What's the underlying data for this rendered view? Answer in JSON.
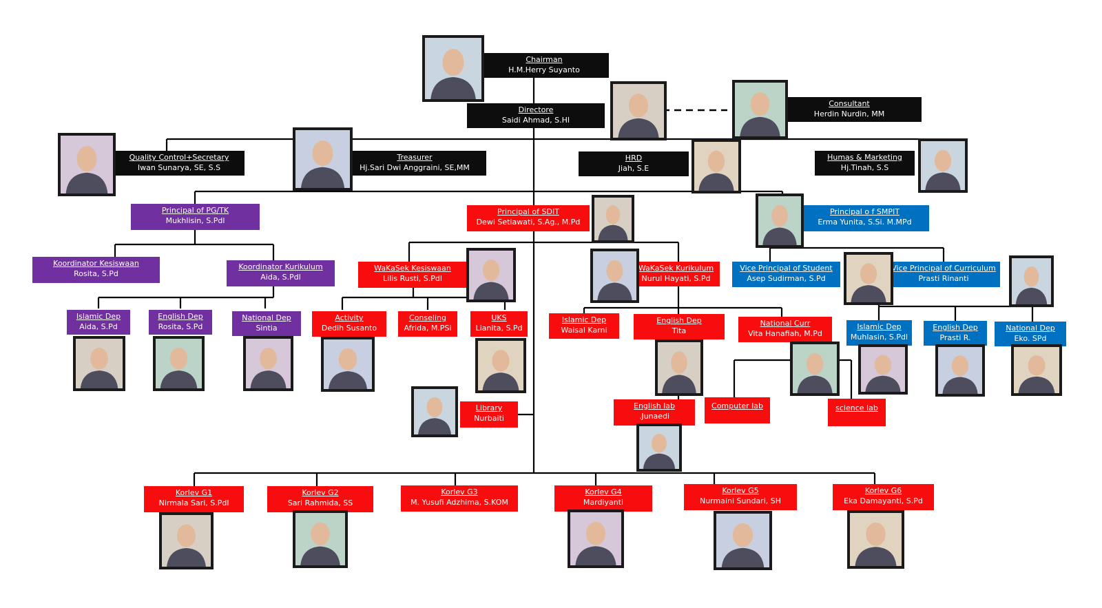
{
  "colors": {
    "black": "#0d0d0d",
    "red": "#f70d0d",
    "purple": "#7030a0",
    "blue": "#0070c0",
    "line": "#000000"
  },
  "chairman": {
    "title": "Chairman",
    "name": "H.M.Herry Suyanto"
  },
  "directore": {
    "title": "Directore",
    "name": "Saidi Ahmad, S.HI"
  },
  "consultant": {
    "title": "Consultant",
    "name": "Herdin Nurdin, MM"
  },
  "qc": {
    "title": "Quality Control+Secretary",
    "name": "Iwan Sunarya, SE, S.S"
  },
  "treasurer": {
    "title": "Treasurer",
    "name": "Hj.Sari Dwi Anggraini, SE,MM"
  },
  "hrd": {
    "title": "HRD",
    "name": "Jiah, S.E"
  },
  "humas": {
    "title": "Humas & Marketing",
    "name": "Hj.Tinah, S.S"
  },
  "pgtk": {
    "title": "Principal of PG/TK",
    "name": "Mukhlisin, S.Pdl"
  },
  "sdit": {
    "title": "Principal of SDIT",
    "name": "Dewi Setiawati, S.Ag., M.Pd"
  },
  "smpit": {
    "title": "Principal o f SMPIT",
    "name": "Erma Yunita, S.Si. M.MPd"
  },
  "koord_kesiswaan": {
    "title": "Koordinator Kesiswaan",
    "name": "Rosita, S.Pd"
  },
  "koord_kurikulum": {
    "title": "Koordinator Kurikulum",
    "name": "Aida, S.Pdl"
  },
  "pg_islamic": {
    "title": "Islamic Dep",
    "name": "Aida, S.Pd"
  },
  "pg_english": {
    "title": "English Dep",
    "name": "Rosita, S.Pd"
  },
  "pg_national": {
    "title": "National Dep",
    "name": "Sintia"
  },
  "wakasek_kesiswaan": {
    "title": "WaKaSek Kesiswaan",
    "name": "Lilis Rusti, S.Pdl"
  },
  "activity": {
    "title": "Activity",
    "name": "Dedih Susanto"
  },
  "conseling": {
    "title": "Conseling",
    "name": "Afrida, M.PSi"
  },
  "uks": {
    "title": "UKS",
    "name": "Lianita, S.Pd"
  },
  "library": {
    "title": "Library",
    "name": "Nurbaiti"
  },
  "wakasek_kurikulum": {
    "title": "WaKaSek Kurikulum",
    "name": "Nurul Hayati, S.Pd"
  },
  "sd_islamic": {
    "title": "Islamic Dep",
    "name": "Waisal Karni"
  },
  "sd_english": {
    "title": "English Dep",
    "name": "Tita"
  },
  "national_curr": {
    "title": "National Curr",
    "name": "Vita Hanafiah, M.Pd"
  },
  "english_lab": {
    "title": "English lab",
    "name": ".Junaedi"
  },
  "computer_lab": {
    "title": "Computer lab",
    "name": ""
  },
  "science_lab": {
    "title": "science lab",
    "name": ""
  },
  "vp_student": {
    "title": "Vice Principal of Student",
    "name": "Asep Sudirman, S.Pd"
  },
  "vp_curriculum": {
    "title": "Vice Principal of Curriculum",
    "name": "Prasti Rinanti"
  },
  "smp_islamic": {
    "title": "Islamic Dep",
    "name": "Muhlasin, S.Pdl"
  },
  "smp_english": {
    "title": "English Dep",
    "name": "Prasti R."
  },
  "smp_national": {
    "title": "National Dep",
    "name": "Eko. SPd"
  },
  "korlev": [
    {
      "title": "Korlev G1",
      "name": "Nirmala Sari, S.Pdl"
    },
    {
      "title": "Korlev G2",
      "name": "Sari Rahmida, SS"
    },
    {
      "title": "Korlev G3",
      "name": "M. Yusufi Adzhima, S.KOM"
    },
    {
      "title": "Korlev G4",
      "name": "Mardiyanti"
    },
    {
      "title": "Korlev G5",
      "name": "Nurmaini Sundari, SH"
    },
    {
      "title": "Korlev G6",
      "name": "Eka Damayanti, S.Pd"
    }
  ]
}
